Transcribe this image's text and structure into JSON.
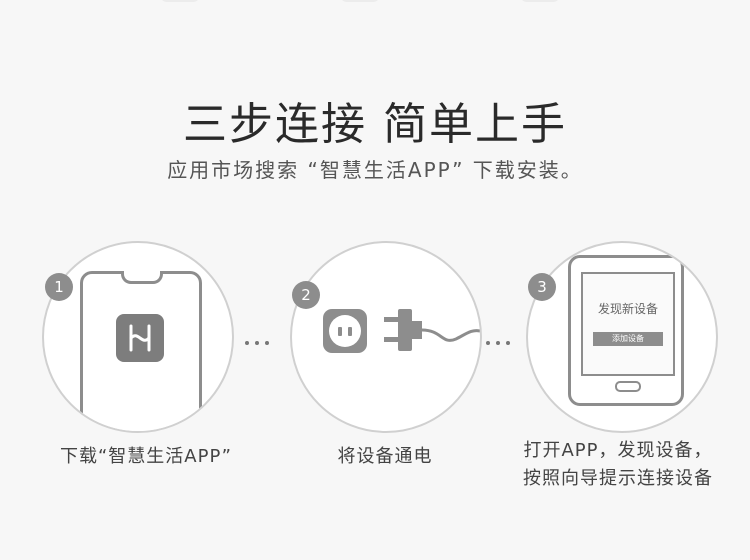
{
  "header": {
    "title": "三步连接  简单上手",
    "subtitle": "应用市场搜索 “智慧生活APP” 下载安装。"
  },
  "steps": [
    {
      "number": "1",
      "caption": "下载“智慧生活APP”"
    },
    {
      "number": "2",
      "caption": "将设备通电"
    },
    {
      "number": "3",
      "caption_line1": "打开APP，发现设备，",
      "caption_line2": "按照向导提示连接设备",
      "screen_title": "发现新设备",
      "screen_button": "添加设备"
    }
  ],
  "colors": {
    "icon_gray": "#8d8d8d",
    "circle_border": "#d0d0d0",
    "background": "#f7f7f7"
  },
  "icons": [
    "app-logo-icon",
    "power-outlet-icon",
    "power-plug-icon"
  ]
}
